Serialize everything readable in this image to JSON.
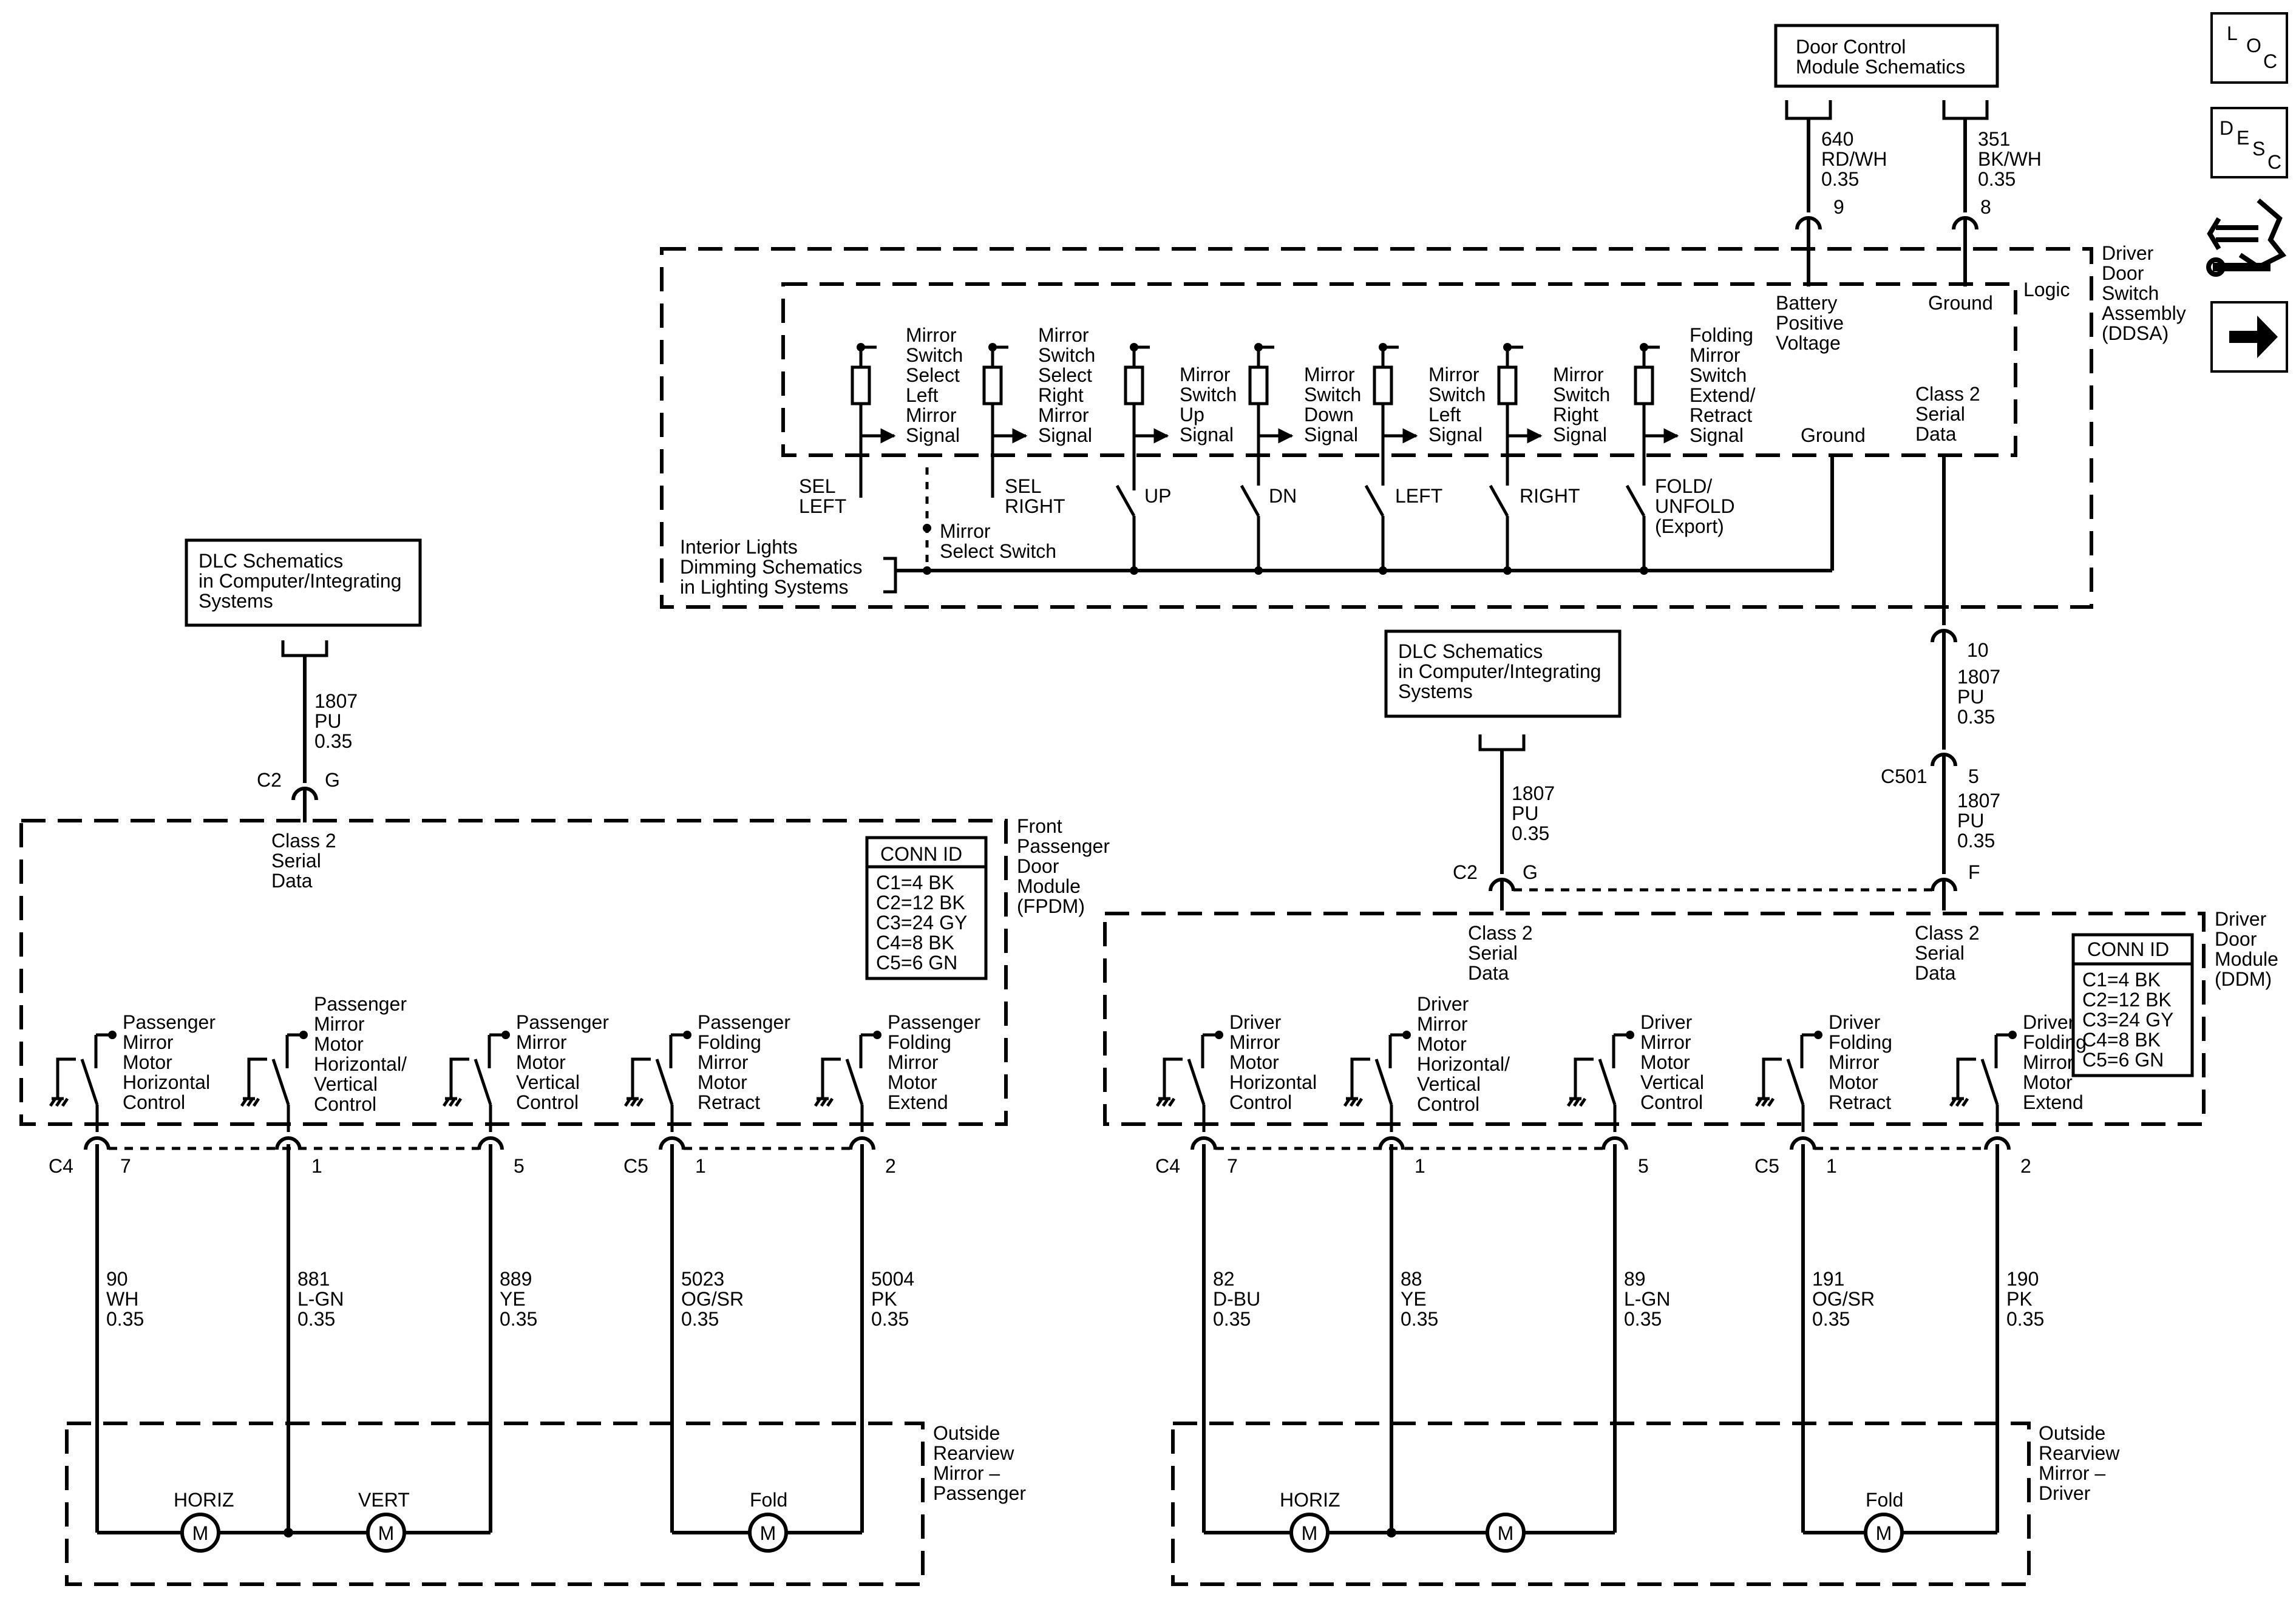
{
  "nav": {
    "loc": {
      "l": "L",
      "o": "O",
      "c": "C"
    },
    "desc": {
      "d": "D",
      "e": "E",
      "s": "S",
      "c": "C"
    }
  },
  "dcm": {
    "lines": [
      "Door Control",
      "Module Schematics"
    ]
  },
  "dlc_left": {
    "lines": [
      "DLC Schematics",
      "in Computer/Integrating",
      "Systems"
    ]
  },
  "dlc_right": {
    "lines": [
      "DLC Schematics",
      "in Computer/Integrating",
      "Systems"
    ]
  },
  "ddsa_wires": {
    "w640": {
      "lines": [
        "640",
        "RD/WH",
        "0.35"
      ],
      "pin": "9"
    },
    "w351": {
      "lines": [
        "351",
        "BK/WH",
        "0.35"
      ],
      "pin": "8"
    }
  },
  "ddsa": {
    "title": [
      "Driver",
      "Door",
      "Switch",
      "Assembly",
      "(DDSA)"
    ],
    "logic": "Logic",
    "battery": [
      "Battery",
      "Positive",
      "Voltage"
    ],
    "ground_top": "Ground",
    "ground_inner": "Ground",
    "class2": [
      "Class 2",
      "Serial",
      "Data"
    ],
    "signals": [
      [
        "Mirror",
        "Switch",
        "Select",
        "Left",
        "Mirror",
        "Signal"
      ],
      [
        "Mirror",
        "Switch",
        "Select",
        "Right",
        "Mirror",
        "Signal"
      ],
      [
        "Mirror",
        "Switch",
        "Up",
        "Signal"
      ],
      [
        "Mirror",
        "Switch",
        "Down",
        "Signal"
      ],
      [
        "Mirror",
        "Switch",
        "Left",
        "Signal"
      ],
      [
        "Mirror",
        "Switch",
        "Right",
        "Signal"
      ],
      [
        "Folding",
        "Mirror",
        "Switch",
        "Extend/",
        "Retract",
        "Signal"
      ]
    ],
    "switch_labels": [
      [
        "SEL",
        "LEFT"
      ],
      [
        "SEL",
        "RIGHT"
      ],
      [
        "UP"
      ],
      [
        "DN"
      ],
      [
        "LEFT"
      ],
      [
        "RIGHT"
      ],
      [
        "FOLD/",
        "UNFOLD",
        "(Export)"
      ]
    ],
    "mirror_select": [
      "Mirror",
      "Select Switch"
    ],
    "interior": [
      "Interior Lights",
      "Dimming Schematics",
      "in Lighting Systems"
    ]
  },
  "wires": {
    "ddsa_out": {
      "pin": "10",
      "lines": [
        "1807",
        "PU",
        "0.35"
      ]
    },
    "c501": {
      "conn": "C501",
      "pin": "5",
      "lines": [
        "1807",
        "PU",
        "0.35"
      ],
      "pin_f": "F"
    },
    "left_dlc": {
      "lines": [
        "1807",
        "PU",
        "0.35"
      ],
      "conn": "C2",
      "pin": "G"
    },
    "right_dlc": {
      "lines": [
        "1807",
        "PU",
        "0.35"
      ],
      "conn": "C2",
      "pin": "G"
    }
  },
  "fpdm": {
    "title": [
      "Front",
      "Passenger",
      "Door",
      "Module",
      "(FPDM)"
    ],
    "class2": [
      "Class 2",
      "Serial",
      "Data"
    ],
    "conn_id_title": "CONN ID",
    "conn_ids": [
      "C1=4 BK",
      "C2=12 BK",
      "C3=24 GY",
      "C4=8 BK",
      "C5=6 GN"
    ],
    "controls": [
      [
        "Passenger",
        "Mirror",
        "Motor",
        "Horizontal",
        "Control"
      ],
      [
        "Passenger",
        "Mirror",
        "Motor",
        "Horizontal/",
        "Vertical",
        "Control"
      ],
      [
        "Passenger",
        "Mirror",
        "Motor",
        "Vertical",
        "Control"
      ],
      [
        "Passenger",
        "Folding",
        "Mirror",
        "Motor",
        "Retract"
      ],
      [
        "Passenger",
        "Folding",
        "Mirror",
        "Motor",
        "Extend"
      ]
    ],
    "conn_c4": "C4",
    "conn_c5": "C5",
    "pins": [
      "7",
      "1",
      "5",
      "1",
      "2"
    ],
    "wires": [
      [
        "90",
        "WH",
        "0.35"
      ],
      [
        "881",
        "L-GN",
        "0.35"
      ],
      [
        "889",
        "YE",
        "0.35"
      ],
      [
        "5023",
        "OG/SR",
        "0.35"
      ],
      [
        "5004",
        "PK",
        "0.35"
      ]
    ]
  },
  "ddm": {
    "title": [
      "Driver",
      "Door",
      "Module",
      "(DDM)"
    ],
    "class2_left": [
      "Class 2",
      "Serial",
      "Data"
    ],
    "class2_right": [
      "Class 2",
      "Serial",
      "Data"
    ],
    "conn_id_title": "CONN ID",
    "conn_ids": [
      "C1=4 BK",
      "C2=12 BK",
      "C3=24 GY",
      "C4=8 BK",
      "C5=6 GN"
    ],
    "controls": [
      [
        "Driver",
        "Mirror",
        "Motor",
        "Horizontal",
        "Control"
      ],
      [
        "Driver",
        "Mirror",
        "Motor",
        "Horizontal/",
        "Vertical",
        "Control"
      ],
      [
        "Driver",
        "Mirror",
        "Motor",
        "Vertical",
        "Control"
      ],
      [
        "Driver",
        "Folding",
        "Mirror",
        "Motor",
        "Retract"
      ],
      [
        "Driver",
        "Folding",
        "Mirror",
        "Motor",
        "Extend"
      ]
    ],
    "conn_c4": "C4",
    "conn_c5": "C5",
    "pins": [
      "7",
      "1",
      "5",
      "1",
      "2"
    ],
    "wires": [
      [
        "82",
        "D-BU",
        "0.35"
      ],
      [
        "88",
        "YE",
        "0.35"
      ],
      [
        "89",
        "L-GN",
        "0.35"
      ],
      [
        "191",
        "OG/SR",
        "0.35"
      ],
      [
        "190",
        "PK",
        "0.35"
      ]
    ]
  },
  "mirror_passenger": {
    "title": [
      "Outside",
      "Rearview",
      "Mirror –",
      "Passenger"
    ],
    "horiz": "HORIZ",
    "vert": "VERT",
    "fold": "Fold",
    "motor": "M"
  },
  "mirror_driver": {
    "title": [
      "Outside",
      "Rearview",
      "Mirror –",
      "Driver"
    ],
    "horiz": "HORIZ",
    "fold": "Fold",
    "motor": "M"
  }
}
